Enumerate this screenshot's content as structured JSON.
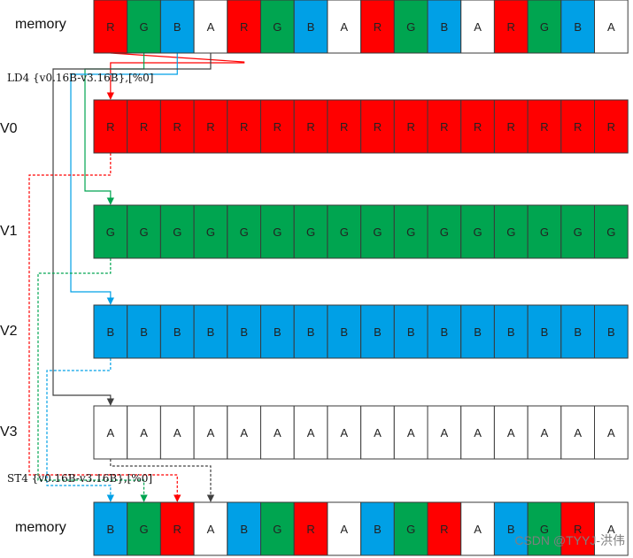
{
  "colors": {
    "R": "#ff0000",
    "G": "#00a550",
    "B": "#00a0e6",
    "A": "#ffffff",
    "neutral": "#404040"
  },
  "rows": [
    {
      "id": "memory-top",
      "label": "memory",
      "cells": [
        "R",
        "G",
        "B",
        "A",
        "R",
        "G",
        "B",
        "A",
        "R",
        "G",
        "B",
        "A",
        "R",
        "G",
        "B",
        "A"
      ]
    },
    {
      "id": "v0",
      "label": "V0",
      "cells": [
        "R",
        "R",
        "R",
        "R",
        "R",
        "R",
        "R",
        "R",
        "R",
        "R",
        "R",
        "R",
        "R",
        "R",
        "R",
        "R"
      ]
    },
    {
      "id": "v1",
      "label": "V1",
      "cells": [
        "G",
        "G",
        "G",
        "G",
        "G",
        "G",
        "G",
        "G",
        "G",
        "G",
        "G",
        "G",
        "G",
        "G",
        "G",
        "G"
      ]
    },
    {
      "id": "v2",
      "label": "V2",
      "cells": [
        "B",
        "B",
        "B",
        "B",
        "B",
        "B",
        "B",
        "B",
        "B",
        "B",
        "B",
        "B",
        "B",
        "B",
        "B",
        "B"
      ]
    },
    {
      "id": "v3",
      "label": "V3",
      "cells": [
        "A",
        "A",
        "A",
        "A",
        "A",
        "A",
        "A",
        "A",
        "A",
        "A",
        "A",
        "A",
        "A",
        "A",
        "A",
        "A"
      ]
    },
    {
      "id": "memory-bottom",
      "label": "memory",
      "cells": [
        "B",
        "G",
        "R",
        "A",
        "B",
        "G",
        "R",
        "A",
        "B",
        "G",
        "R",
        "A",
        "B",
        "G",
        "R",
        "A"
      ]
    }
  ],
  "instructions": {
    "load": "LD4 {v0.16B-v3.16B},[%0]",
    "store": "ST4 {v0.16B-v3.16B},[%0]"
  },
  "watermark": "CSDN @TYYJ-洪伟"
}
